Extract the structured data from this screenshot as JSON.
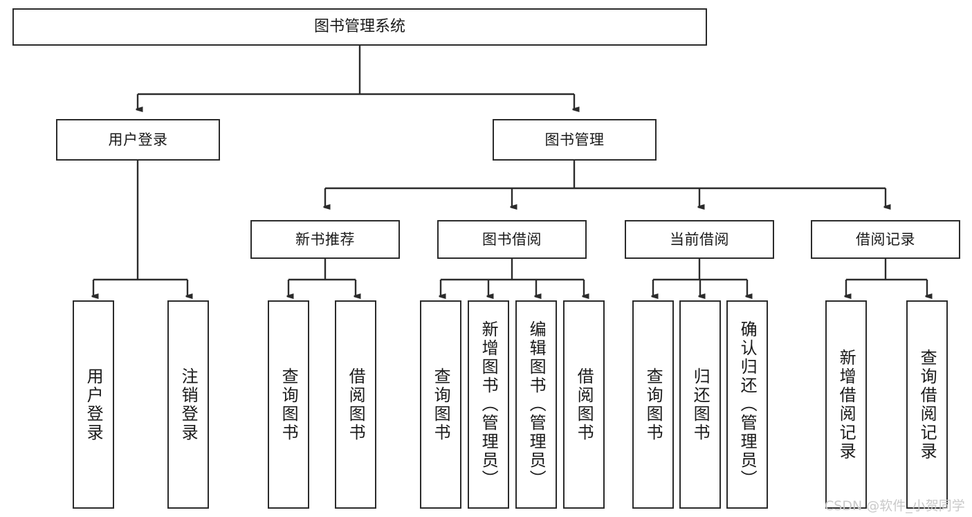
{
  "diagram": {
    "type": "tree",
    "title": "图书管理系统",
    "colors": {
      "stroke": "#2b2b2b",
      "fill": "#ffffff",
      "text": "#1a1a1a",
      "watermark": "#c9c9c9"
    },
    "root": {
      "label": "图书管理系统"
    },
    "level2": [
      {
        "label": "用户登录"
      },
      {
        "label": "图书管理"
      }
    ],
    "level3": [
      {
        "label": "新书推荐"
      },
      {
        "label": "图书借阅"
      },
      {
        "label": "当前借阅"
      },
      {
        "label": "借阅记录"
      }
    ],
    "leaves": {
      "user_login": [
        {
          "label": "用户登录"
        },
        {
          "label": "注销登录"
        }
      ],
      "new_book": [
        {
          "label": "查询图书"
        },
        {
          "label": "借阅图书"
        }
      ],
      "book_borrow": [
        {
          "label": "查询图书"
        },
        {
          "label": "新增图书（管理员）"
        },
        {
          "label": "编辑图书（管理员）"
        },
        {
          "label": "借阅图书"
        }
      ],
      "current_borrow": [
        {
          "label": "查询图书"
        },
        {
          "label": "归还图书"
        },
        {
          "label": "确认归还（管理员）"
        }
      ],
      "borrow_record": [
        {
          "label": "新增借阅记录"
        },
        {
          "label": "查询借阅记录"
        }
      ]
    }
  },
  "watermark": {
    "text": "CSDN @软件_小贺同学"
  }
}
